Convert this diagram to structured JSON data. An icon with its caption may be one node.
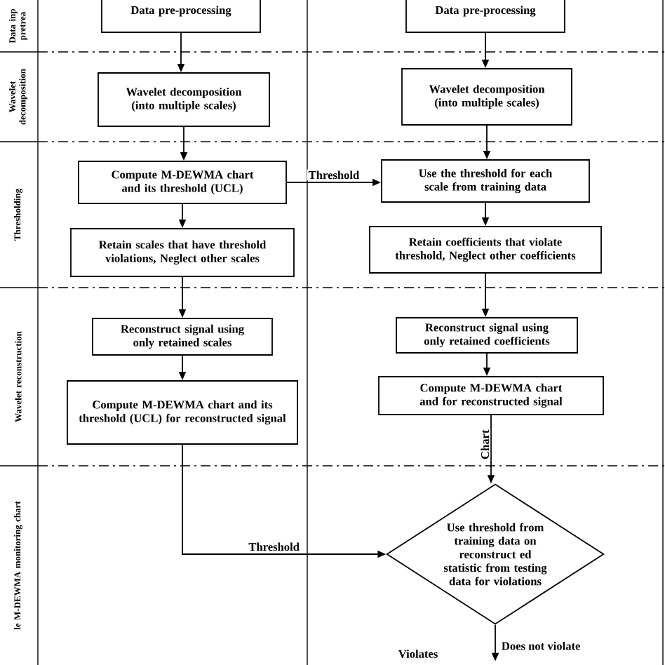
{
  "diagram": {
    "nodes": [
      {
        "text": [
          "Data pre-processing"
        ]
      },
      {
        "text": [
          "Data pre-processing"
        ]
      },
      {
        "text": [
          "Wavelet decomposition (into multiple scales)"
        ]
      },
      {
        "text": [
          "Wavelet decomposition (into multiple scales)"
        ]
      },
      {
        "text": [
          "Compute M-DEWMA chart and its threshold (UCL)"
        ]
      },
      {
        "text": [
          "Use the threshold for each scale from training data"
        ]
      },
      {
        "text": [
          "Retain scales that have threshold violations, Neglect other scales"
        ]
      },
      {
        "text": [
          "Retain coefficients that violate threshold, Neglect other coefficients"
        ]
      },
      {
        "text": [
          "Reconstruct signal using only retained scales"
        ]
      },
      {
        "text": [
          "Reconstruct signal using only retained coefficients"
        ]
      },
      {
        "text": [
          "Compute M-DEWMA chart and its threshold (UCL) for reconstructed signal"
        ]
      },
      {
        "text": [
          "Compute M-DEWMA chart and for reconstructed signal"
        ]
      },
      {
        "text": [
          "Use threshold from training data on reconstruct ed statistic from testing data for violations"
        ]
      }
    ],
    "edges": [
      {
        "from": 0,
        "to": 2,
        "arrow": "to"
      },
      {
        "from": 2,
        "to": 4,
        "arrow": "to"
      },
      {
        "from": 4,
        "to": 6,
        "arrow": "to"
      },
      {
        "from": 6,
        "to": 8,
        "arrow": "to"
      },
      {
        "from": 8,
        "to": 10,
        "arrow": "to"
      },
      {
        "from": 4,
        "to": 5,
        "arrow": "to",
        "label": "Threshold"
      },
      {
        "from": 1,
        "to": 3,
        "arrow": "to"
      },
      {
        "from": 3,
        "to": 5,
        "arrow": "to"
      },
      {
        "from": 5,
        "to": 7,
        "arrow": "to"
      },
      {
        "from": 7,
        "to": 9,
        "arrow": "to"
      },
      {
        "from": 9,
        "to": 11,
        "arrow": "to"
      },
      {
        "from": 11,
        "to": 12,
        "arrow": "to",
        "label": "Chart"
      },
      {
        "from": 10,
        "to": 12,
        "arrow": "to",
        "label": "Threshold"
      },
      {
        "from": 12,
        "to": null,
        "arrow": "to",
        "label": "Does not violate"
      }
    ],
    "labels": [
      "Data inp pretrea",
      "Wavelet decomposition",
      "Thresholding",
      "Wavelet reconstruction",
      "le M-DEWMA monitoring chart",
      "Violates"
    ]
  }
}
